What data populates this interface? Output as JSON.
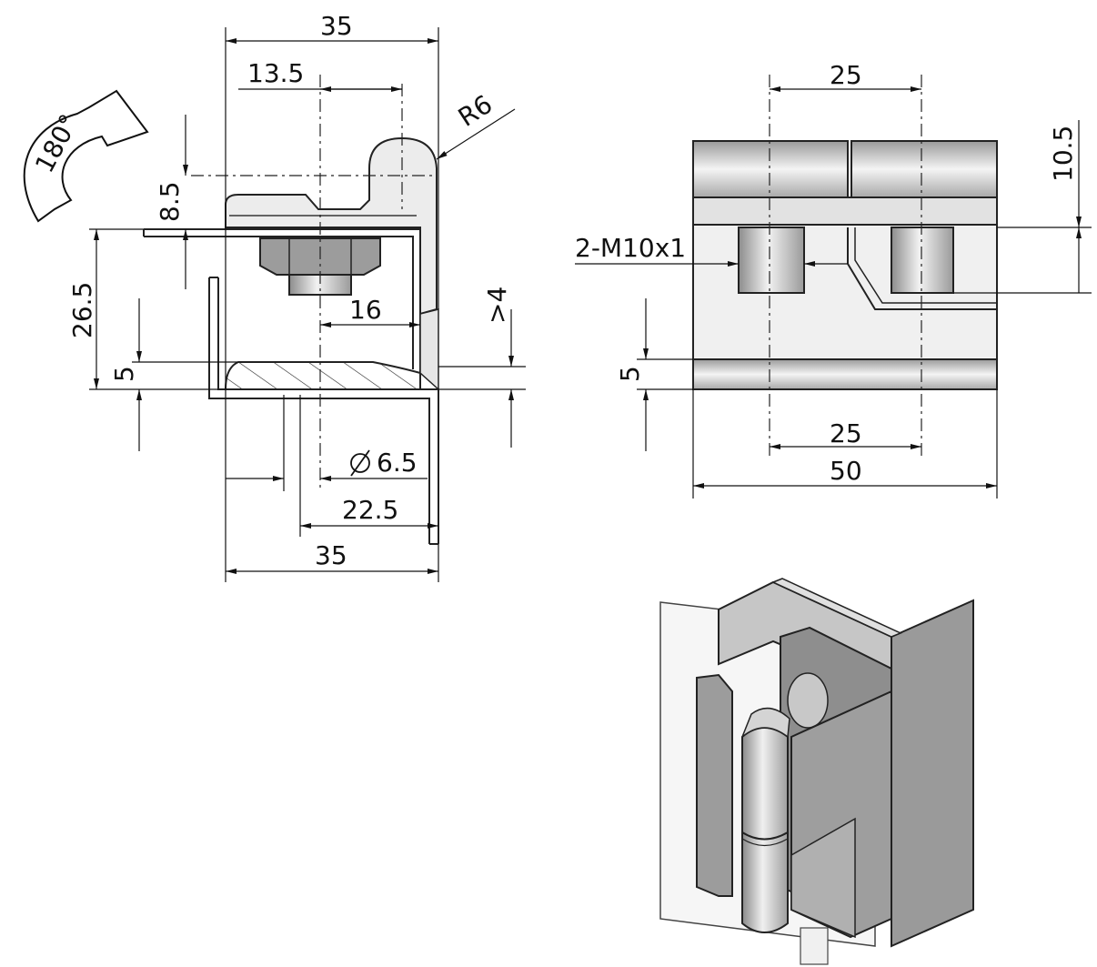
{
  "colors": {
    "line": "#111111",
    "metal_light": "#e6e6e6",
    "metal_mid": "#c4c4c4",
    "metal_dark": "#8c8c8c",
    "nut": "#9a9a9a"
  },
  "side_view": {
    "rotation_label": "180°",
    "dims": {
      "width_top": "35",
      "offset": "13.5",
      "radius": "R6",
      "height_upper": "8.5",
      "height_main": "26.5",
      "gap": ">4",
      "nut_offset": "16",
      "plate_thickness": "5",
      "hole_diameter": "6.5",
      "hole_offset": "22.5",
      "width_bottom": "35"
    }
  },
  "front_view": {
    "dims": {
      "pitch_top": "25",
      "thread": "2-M10x1",
      "height_right": "10.5",
      "plate_thickness": "5",
      "pitch_bottom": "25",
      "width": "50"
    }
  }
}
